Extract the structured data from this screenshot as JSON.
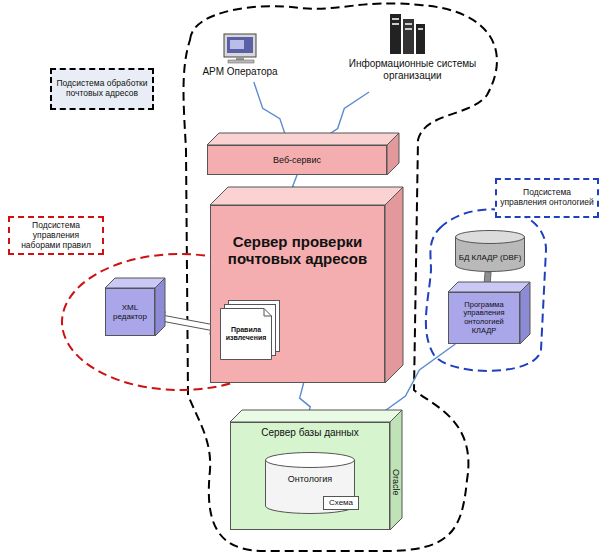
{
  "diagram": {
    "nodes": [
      {
        "text": [
          "Подсистема обработки почтовых адресов"
        ]
      },
      {
        "text": [
          "АРМ Оператора"
        ]
      },
      {
        "text": [
          "Информационные системы организации"
        ]
      },
      {
        "text": [
          "Подсистема управления онтологией"
        ]
      },
      {
        "text": [
          "Веб-сервис"
        ]
      },
      {
        "text": [
          "Сервер проверки почтовых адресов"
        ]
      },
      {
        "text": [
          "Правила извлечения"
        ],
        "in": 5
      },
      {
        "text": [
          "Подсистема управления наборами правил"
        ]
      },
      {
        "text": [
          "XML редактор"
        ]
      },
      {
        "text": [
          "БД КЛАДР (DBF)"
        ]
      },
      {
        "text": [
          "Программа управления онтологией КЛАДР"
        ]
      },
      {
        "text": [
          "Сервер базы данных",
          "Oracle"
        ]
      },
      {
        "text": [
          "Онтология"
        ],
        "in": 11
      },
      {
        "text": [
          "Схема"
        ],
        "in": 12
      }
    ],
    "edges": [
      {
        "from": 1,
        "to": 4,
        "arrow": "none"
      },
      {
        "from": 2,
        "to": 4,
        "arrow": "none"
      },
      {
        "from": 4,
        "to": 5,
        "arrow": "none"
      },
      {
        "from": 8,
        "to": 6,
        "arrow": "both"
      },
      {
        "from": 5,
        "to": 11,
        "arrow": "none"
      },
      {
        "from": 9,
        "to": 10,
        "arrow": "to"
      },
      {
        "from": 10,
        "to": 11,
        "arrow": "none"
      }
    ]
  }
}
